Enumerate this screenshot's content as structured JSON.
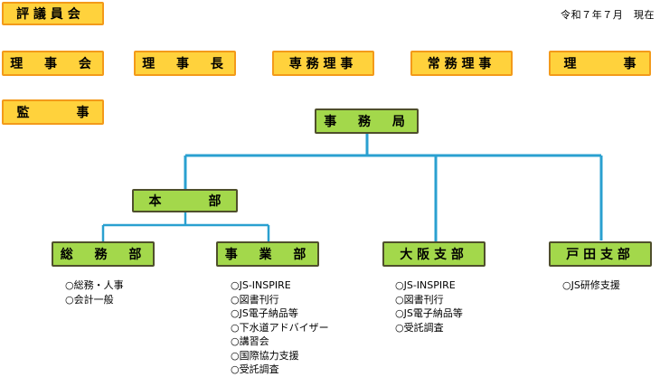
{
  "date_label": "令和７年７月　現在",
  "board": {
    "councilors": "評議員会",
    "directors": "理　事　会",
    "chairman": "理　事　長",
    "executive_director": "専務理事",
    "managing_director": "常務理事",
    "director": [
      "理",
      "事"
    ],
    "auditor": [
      "監",
      "事"
    ]
  },
  "org": {
    "secretariat": "事　務　局",
    "headquarters": [
      "本",
      "部"
    ],
    "general_affairs": "総　務　部",
    "business": "事　業　部",
    "osaka_branch": "大阪支部",
    "toda_branch": "戸田支部"
  },
  "duties": {
    "general_affairs": [
      "○総務・人事",
      "○会計一般"
    ],
    "business": [
      "○JS-INSPIRE",
      "○図書刊行",
      "○JS電子納品等",
      "○下水道アドバイザー",
      "○講習会",
      "○国際協力支援",
      "○受託調査"
    ],
    "osaka": [
      "○JS-INSPIRE",
      "○図書刊行",
      "○JS電子納品等",
      "○受託調査"
    ],
    "toda": [
      "○JS研修支援"
    ]
  },
  "colors": {
    "board_fill": "#ffd23c",
    "board_border": "#f39a1a",
    "org_fill": "#a3d84b",
    "org_border": "#4f4f2c",
    "connector_primary": "#2aa0d0",
    "connector_secondary": "#2aa0d0"
  }
}
